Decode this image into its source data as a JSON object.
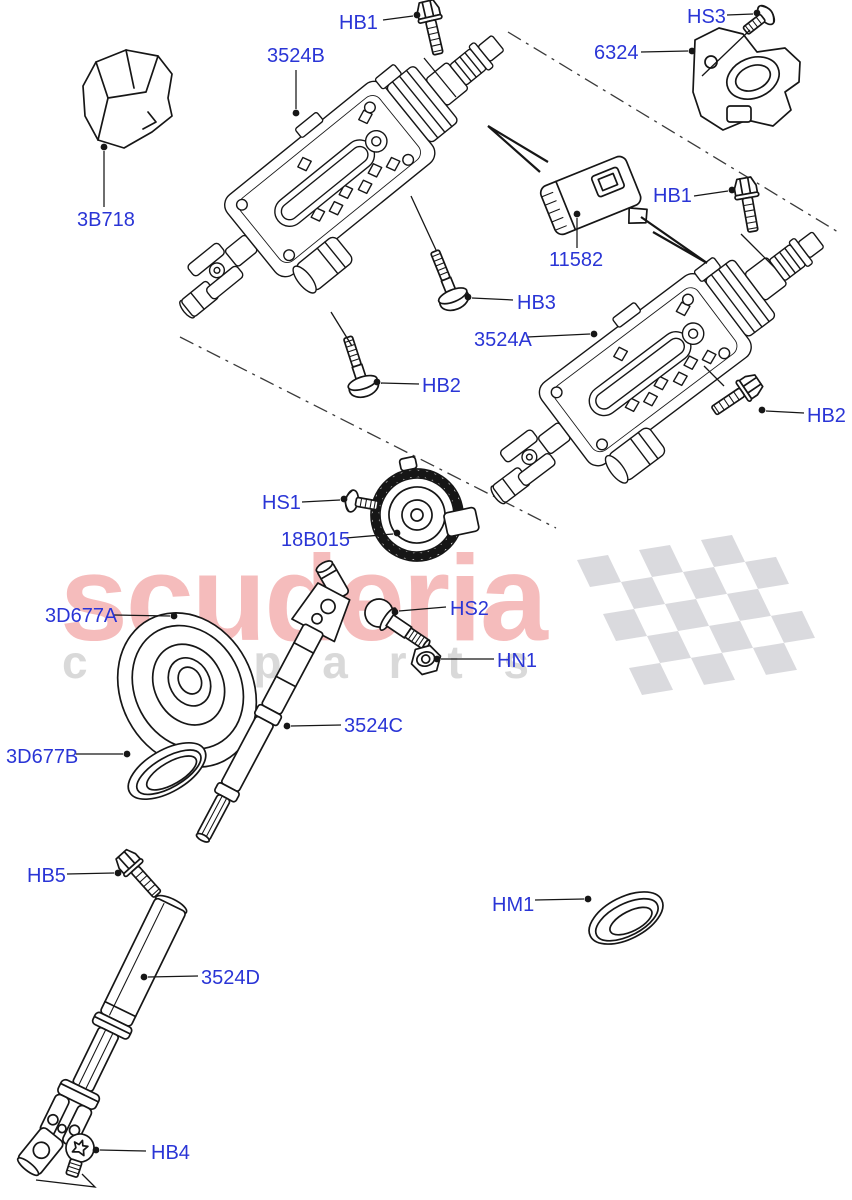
{
  "colors": {
    "label_blue": "#2a35d6",
    "line_black": "#161616",
    "watermark_pink": "#f5bcbc",
    "watermark_gray": "#d9d9d9",
    "flag_gray": "#dadade",
    "background": "#ffffff"
  },
  "watermark": {
    "brand": "scuderia",
    "sub": "c a r p a r t s"
  },
  "diagram": {
    "description": "Exploded parts diagram of a steering column assembly",
    "labels": [
      {
        "id": "hb1-top",
        "text": "HB1"
      },
      {
        "id": "3524b",
        "text": "3524B"
      },
      {
        "id": "hs3",
        "text": "HS3"
      },
      {
        "id": "6324",
        "text": "6324"
      },
      {
        "id": "3b718",
        "text": "3B718"
      },
      {
        "id": "hb1-right",
        "text": "HB1"
      },
      {
        "id": "11582",
        "text": "11582"
      },
      {
        "id": "hb3",
        "text": "HB3"
      },
      {
        "id": "3524a",
        "text": "3524A"
      },
      {
        "id": "hb2-left",
        "text": "HB2"
      },
      {
        "id": "hb2-right",
        "text": "HB2"
      },
      {
        "id": "hs1",
        "text": "HS1"
      },
      {
        "id": "18b015",
        "text": "18B015"
      },
      {
        "id": "3d677a",
        "text": "3D677A"
      },
      {
        "id": "hs2",
        "text": "HS2"
      },
      {
        "id": "hn1",
        "text": "HN1"
      },
      {
        "id": "3524c",
        "text": "3524C"
      },
      {
        "id": "3d677b",
        "text": "3D677B"
      },
      {
        "id": "hb5",
        "text": "HB5"
      },
      {
        "id": "hm1",
        "text": "HM1"
      },
      {
        "id": "3524d",
        "text": "3524D"
      },
      {
        "id": "hb4",
        "text": "HB4"
      }
    ]
  }
}
